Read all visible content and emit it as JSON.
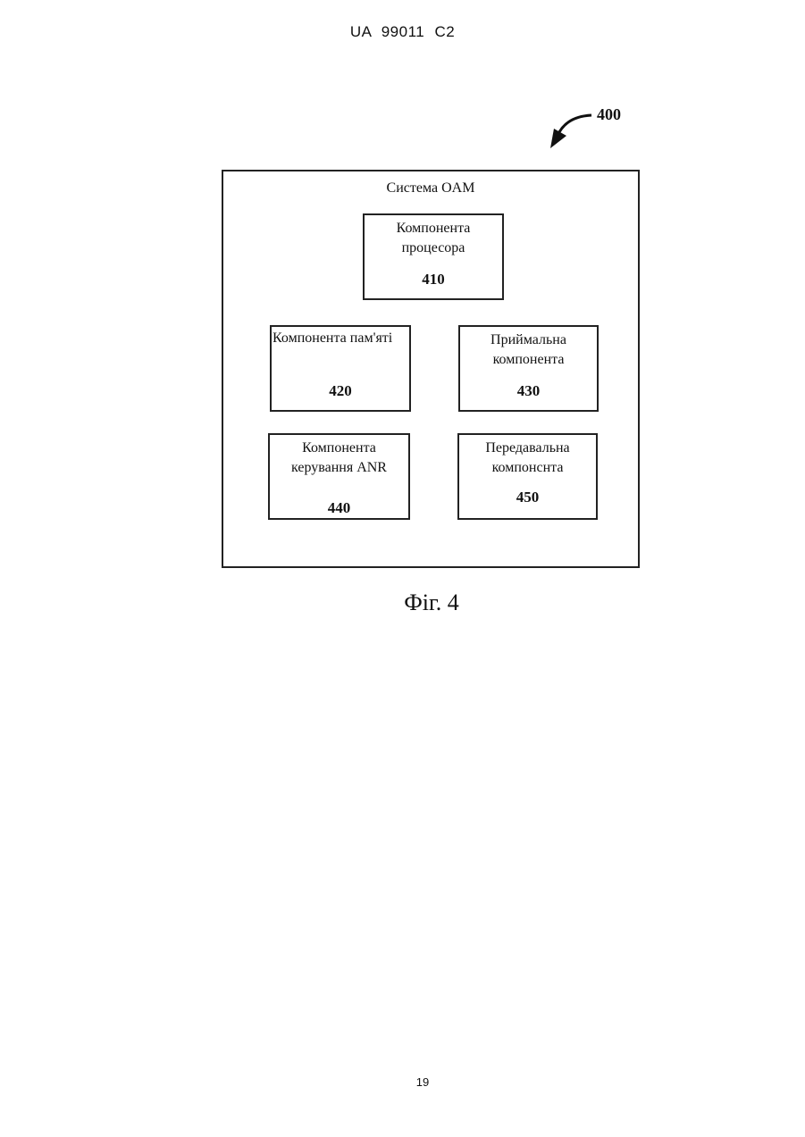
{
  "header": {
    "patent_number": "UA   99011   C2"
  },
  "figure": {
    "reference": "400",
    "system_title": "Система OAM",
    "components": [
      {
        "label": "Компонента\nпроцесора",
        "number": "410"
      },
      {
        "label": "Компонента пам'яті",
        "number": "420"
      },
      {
        "label": "Приймальна\nкомпонента",
        "number": "430"
      },
      {
        "label": "Компонента\nкерування ANR",
        "number": "440"
      },
      {
        "label": "Передавальна\nкомпонснта",
        "number": "450"
      }
    ],
    "caption": "Фіг. 4"
  },
  "footer": {
    "page_number": "19"
  }
}
